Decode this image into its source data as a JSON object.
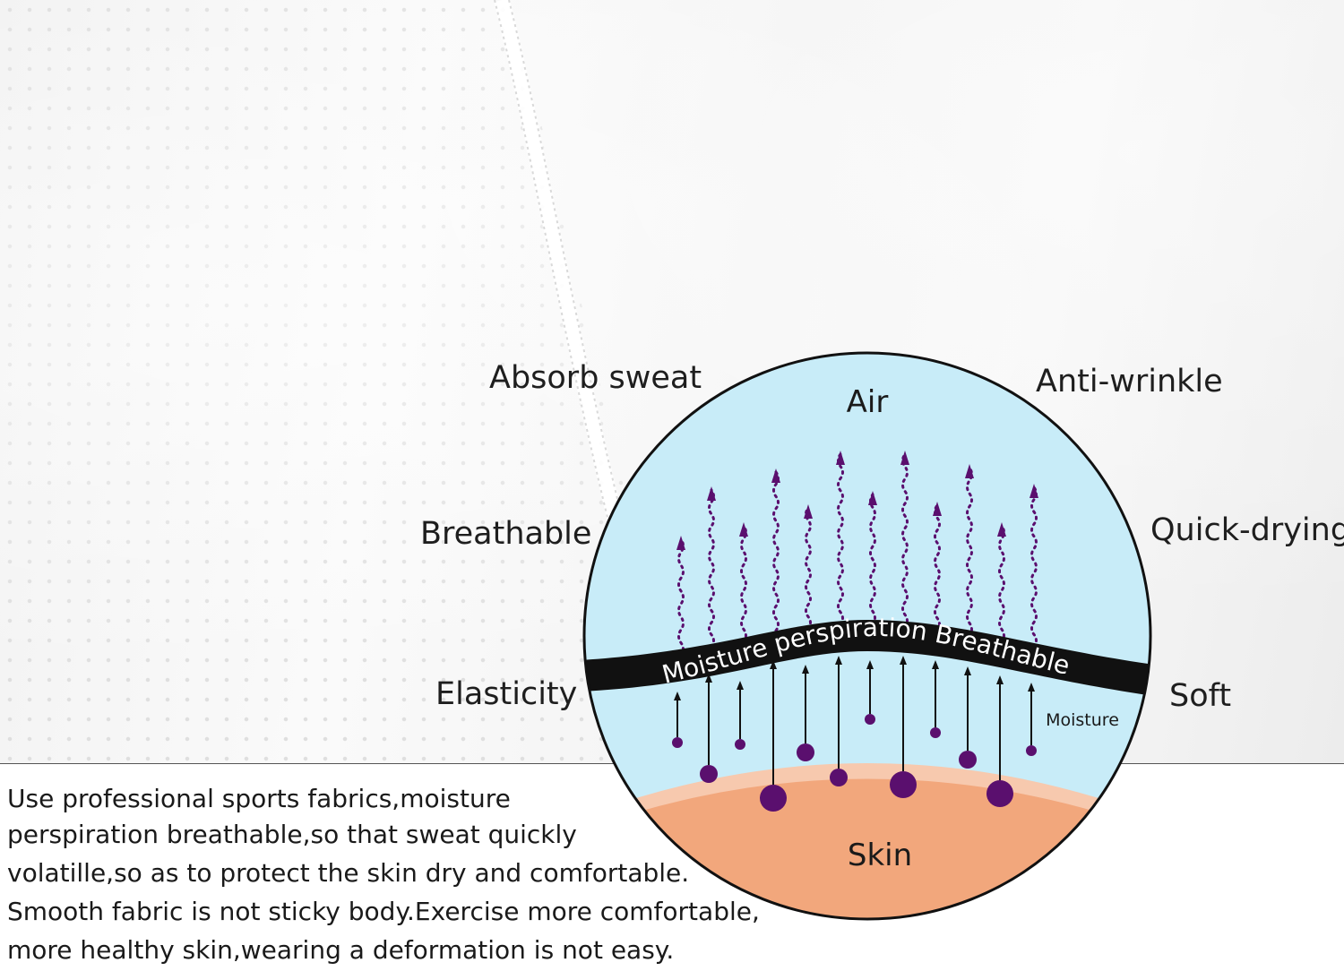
{
  "features": {
    "absorb_sweat": "Absorb sweat",
    "anti_wrinkle": "Anti-wrinkle",
    "breathable": "Breathable",
    "quick_drying": "Quick-drying",
    "elasticity": "Elasticity",
    "soft": "Soft"
  },
  "diagram": {
    "air_label": "Air",
    "band_text": "Moisture perspiration Breathable",
    "moisture_label": "Moisture",
    "skin_label": "Skin",
    "colors": {
      "air": "#c8ecf8",
      "skin": "#f2a77c",
      "skin_edge": "#f7c9ae",
      "band": "#111111",
      "droplet": "#5a0f6e",
      "outline": "#111111"
    }
  },
  "description": {
    "lines": [
      "Use professional sports fabrics,moisture",
      "perspiration breathable,so that sweat quickly",
      "volatille,so as to protect the skin dry and comfortable.",
      "Smooth fabric is not sticky body.Exercise more comfortable,",
      "more healthy skin,wearing a deformation is not easy."
    ]
  }
}
